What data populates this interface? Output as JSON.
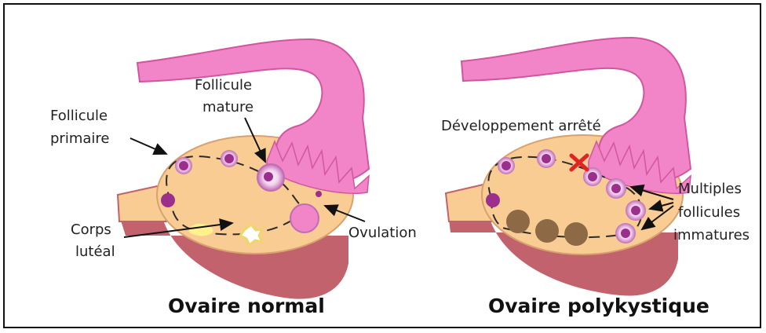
{
  "labels": {
    "follicule_mature": [
      "Follicule",
      "mature"
    ],
    "follicule_primaire": [
      "Follicule",
      "primaire"
    ],
    "corps_luteal": [
      "Corps",
      "lutéal"
    ],
    "ovulation": "Ovulation",
    "developpement_arrete": "Développement arrêté",
    "multiples_follicules": [
      "Multiples",
      "follicules",
      "immatures"
    ]
  },
  "titles": {
    "normal": "Ovaire normal",
    "polykystique": "Ovaire polykystique"
  },
  "colors": {
    "ovary_fill": "#f9cc94",
    "ovary_shadow": "#c2626d",
    "tube": "#f185c8",
    "follicle": "#9c2f8c",
    "follicle_ring": "#e9b7e2",
    "cyst": "#8d6a45",
    "corpus_luteum": "#fff18c",
    "arrest_mark": "#e02424"
  }
}
